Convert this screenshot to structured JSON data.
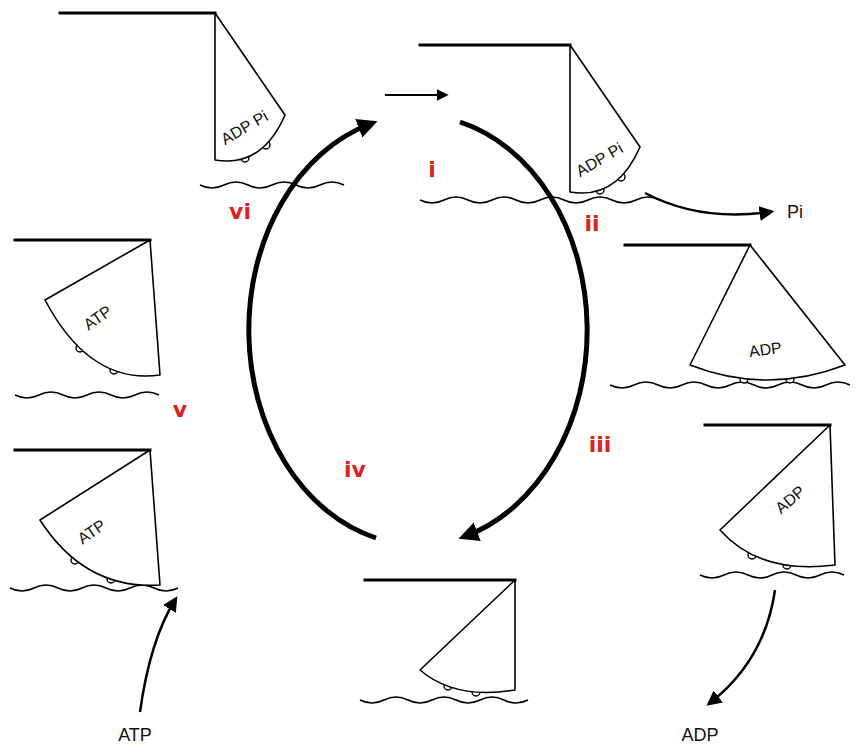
{
  "diagram": {
    "labels": [
      "ADP Pi",
      "ADP Pi",
      "i",
      "Pi",
      "vi",
      "ii",
      "ATP",
      "ADP",
      "v",
      "ADP",
      "iii",
      "iv",
      "ATP",
      "ATP",
      "ADP"
    ]
  }
}
